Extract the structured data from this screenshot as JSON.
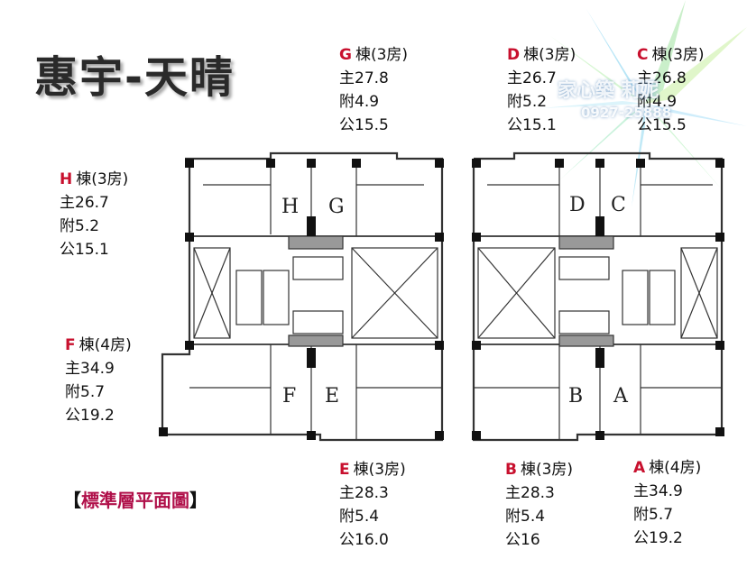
{
  "title": "惠宇-天晴",
  "caption": {
    "open": "【",
    "text": "標準層平面圖",
    "close": "】"
  },
  "units": [
    {
      "id": "G",
      "letter": "G",
      "head": "棟(3房)",
      "main": "主27.8",
      "attached": "附4.9",
      "public": "公15.5"
    },
    {
      "id": "D",
      "letter": "D",
      "head": "棟(3房)",
      "main": "主26.7",
      "attached": "附5.2",
      "public": "公15.1"
    },
    {
      "id": "C",
      "letter": "C",
      "head": "棟(3房)",
      "main": "主26.8",
      "attached": "附4.9",
      "public": "公15.5"
    },
    {
      "id": "H",
      "letter": "H",
      "head": "棟(3房)",
      "main": "主26.7",
      "attached": "附5.2",
      "public": "公15.1"
    },
    {
      "id": "F",
      "letter": "F",
      "head": "棟(4房)",
      "main": "主34.9",
      "attached": "附5.7",
      "public": "公19.2"
    },
    {
      "id": "E",
      "letter": "E",
      "head": "棟(3房)",
      "main": "主28.3",
      "attached": "附5.4",
      "public": "公16.0"
    },
    {
      "id": "B",
      "letter": "B",
      "head": "棟(3房)",
      "main": "主28.3",
      "attached": "附5.4",
      "public": "公16"
    },
    {
      "id": "A",
      "letter": "A",
      "head": "棟(4房)",
      "main": "主34.9",
      "attached": "附5.7",
      "public": "公19.2"
    }
  ],
  "plan_labels": {
    "H": "H",
    "G": "G",
    "F": "F",
    "E": "E",
    "D": "D",
    "C": "C",
    "B": "B",
    "A": "A"
  },
  "watermark": {
    "name": "家心築 莉妮",
    "phone": "0927-25888"
  }
}
